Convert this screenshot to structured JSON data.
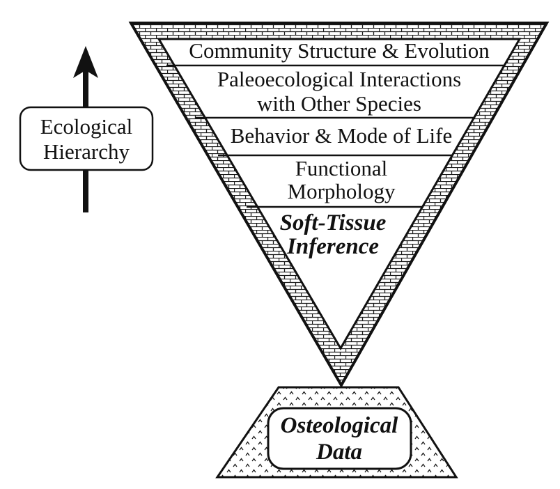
{
  "left_label": {
    "line1": "Ecological",
    "line2": "Hierarchy"
  },
  "levels": [
    {
      "lines": [
        "Community Structure & Evolution"
      ],
      "style": "normal"
    },
    {
      "lines": [
        "Paleoecological Interactions",
        "with Other Species"
      ],
      "style": "normal"
    },
    {
      "lines": [
        "Behavior & Mode of Life"
      ],
      "style": "normal"
    },
    {
      "lines": [
        "Functional",
        "Morphology"
      ],
      "style": "normal"
    },
    {
      "lines": [
        "Soft-Tissue",
        "Inference"
      ],
      "style": "bold-italic"
    }
  ],
  "base": {
    "line1": "Osteological",
    "line2": "Data"
  }
}
